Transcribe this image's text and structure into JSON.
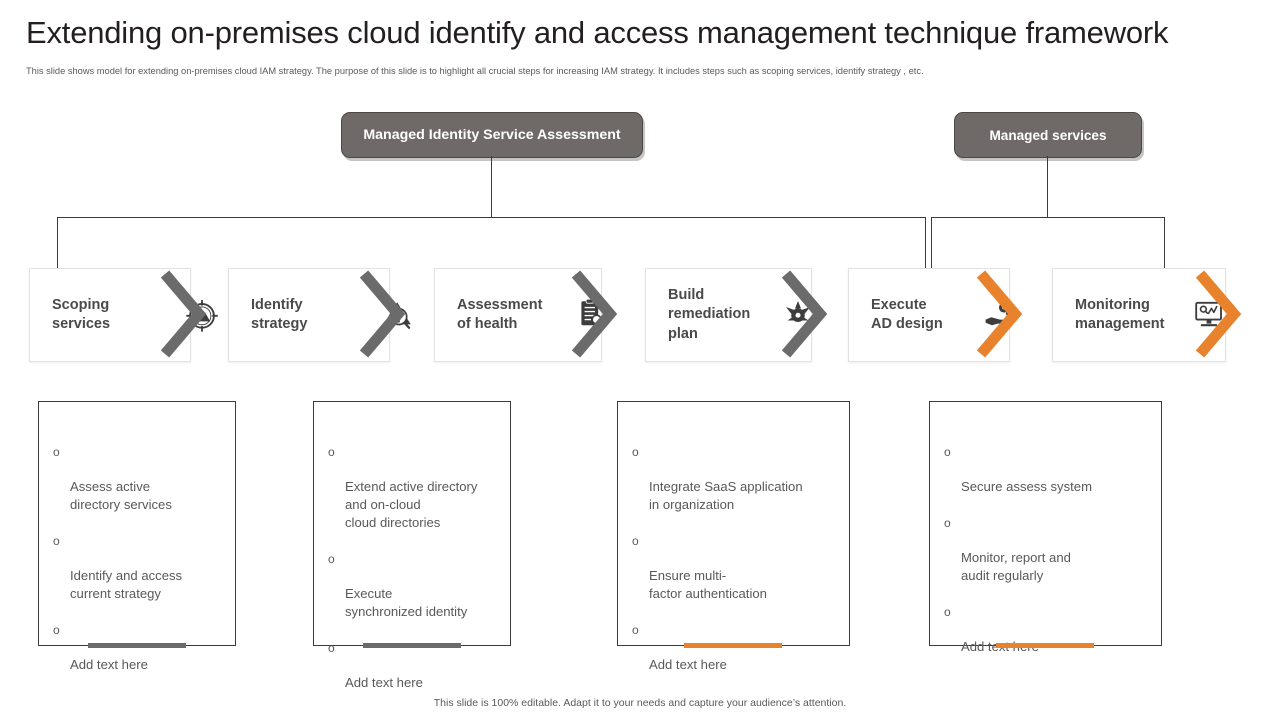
{
  "header": {
    "title": "Extending on-premises cloud identify and access management technique framework",
    "subtitle": "This slide shows model for extending on-premises cloud IAM strategy. The purpose of this slide is to highlight all crucial steps for increasing IAM strategy. It includes steps such as scoping services, identify strategy , etc."
  },
  "top_boxes": [
    {
      "label": "Managed Identity Service Assessment"
    },
    {
      "label": "Managed services"
    }
  ],
  "process_steps": [
    {
      "label": "Scoping\nservices",
      "icon": "target-scope-icon",
      "color": "#6b6b6b"
    },
    {
      "label": "Identify\nstrategy",
      "icon": "alert-magnifier-icon",
      "color": "#6b6b6b"
    },
    {
      "label": "Assessment\nof health",
      "icon": "checklist-magnifier-icon",
      "color": "#6b6b6b"
    },
    {
      "label": "Build\nremediation\nplan",
      "icon": "gear-burst-icon",
      "color": "#6b6b6b"
    },
    {
      "label": "Execute\nAD design",
      "icon": "hand-gears-icon",
      "color": "#e8822c"
    },
    {
      "label": "Monitoring\nmanagement",
      "icon": "monitor-chart-icon",
      "color": "#e8822c"
    }
  ],
  "detail_cards": [
    {
      "accent_color": "#6b6b6b",
      "bullet": "o",
      "items": [
        "Assess active\ndirectory services",
        "Identify  and  access\ncurrent strategy",
        "Add text here"
      ]
    },
    {
      "accent_color": "#6b6b6b",
      "bullet": "o",
      "items": [
        "Extend  active  directory\nand on-cloud\ncloud directories",
        "Execute\nsynchronized identity",
        "Add text here"
      ]
    },
    {
      "accent_color": "#e8822c",
      "bullet": "o",
      "items": [
        "Integrate  SaaS application\nin organization",
        "Ensure multi-\nfactor authentication",
        "Add text here"
      ]
    },
    {
      "accent_color": "#e8822c",
      "bullet": "o",
      "items": [
        "Secure assess system",
        "Monitor,  report and\naudit regularly",
        "Add text here"
      ]
    }
  ],
  "footer": {
    "note": "This slide is 100% editable. Adapt it to your needs and capture your audience’s attention."
  },
  "colors": {
    "accent_orange": "#e8822c",
    "accent_gray": "#6b6b6b",
    "box_fill": "#6f6a68",
    "line": "#3b3b3b"
  }
}
